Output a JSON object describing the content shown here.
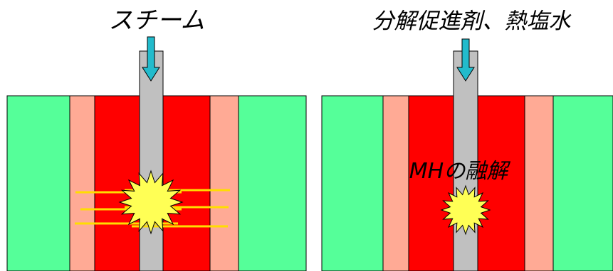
{
  "colors": {
    "background": "#ffffff",
    "outer_layer": "#55ff99",
    "middle_layer": "#ffaa95",
    "core_layer": "#ff0000",
    "pipe": "#c0c0c0",
    "arrow": "#22bbcc",
    "burst": "#ffff55",
    "heat_lines": "#ffdd00",
    "outline": "#000000"
  },
  "left_panel": {
    "label": "スチーム",
    "arrow_icon": "down-arrow-icon",
    "burst_icon": "burst-icon"
  },
  "right_panel": {
    "label": "分解促進剤、熱塩水",
    "arrow_icon": "down-arrow-icon",
    "burst_icon": "burst-icon",
    "annotation": "MHの融解"
  }
}
